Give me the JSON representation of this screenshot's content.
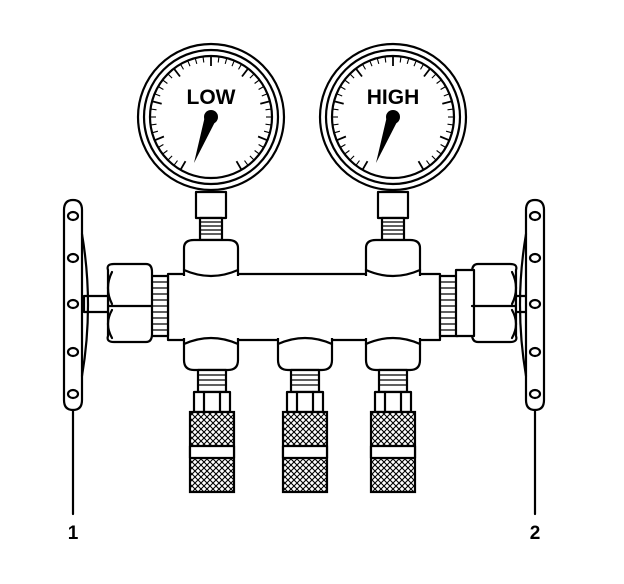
{
  "diagram": {
    "gauges": [
      {
        "id": "low",
        "label": "LOW"
      },
      {
        "id": "high",
        "label": "HIGH"
      }
    ],
    "callouts": [
      {
        "id": "callout-1",
        "label": "1"
      },
      {
        "id": "callout-2",
        "label": "2"
      }
    ]
  }
}
